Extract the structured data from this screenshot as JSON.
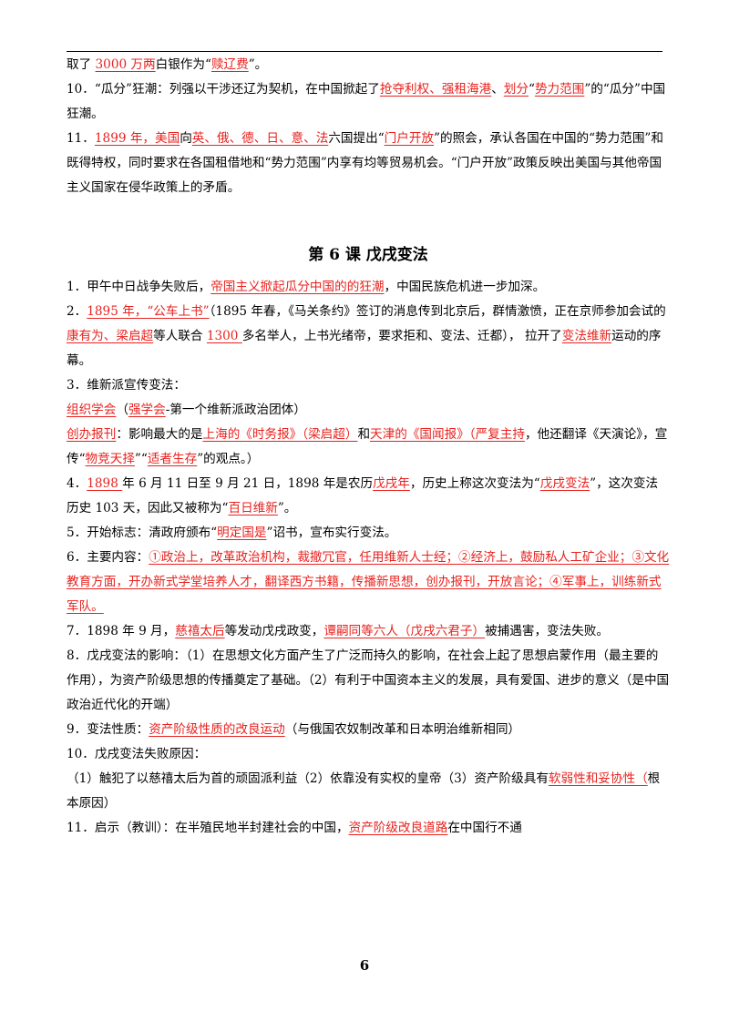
{
  "colors": {
    "highlight": "#e8221e",
    "text": "#000000"
  },
  "top_lines": [
    [
      {
        "t": "取了 "
      },
      {
        "t": "3000 万两",
        "h": true
      },
      {
        "t": "白银作为“"
      },
      {
        "t": "赎辽费",
        "h": true
      },
      {
        "t": "”。"
      }
    ],
    [
      {
        "t": "10．“瓜分”狂潮：列强以干涉还辽为契机，在中国掀起了"
      },
      {
        "t": "抢夺利权、强租海港",
        "h": true
      },
      {
        "t": "、"
      },
      {
        "t": "划分",
        "h": true
      },
      {
        "t": "“"
      },
      {
        "t": "势力范围",
        "h": true
      },
      {
        "t": "”的“瓜分”中国狂潮。"
      }
    ],
    [
      {
        "t": "11．"
      },
      {
        "t": "1899 年，美国",
        "h": true
      },
      {
        "t": "向"
      },
      {
        "t": "英、俄、德、日、意、法",
        "h": true
      },
      {
        "t": "六国提出“"
      },
      {
        "t": "门户开放",
        "h": true
      },
      {
        "t": "”的照会，承认各国在中国的“势力范围”和既得特权，同时要求在各国租借地和“势力范围”内享有均等贸易机会。“门户开放”政策反映出美国与其他帝国主义国家在侵华政策上的矛盾。"
      }
    ]
  ],
  "lesson_title": "第 6 课 戊戌变法",
  "lesson_lines": [
    [
      {
        "t": "1．甲午中日战争失败后，"
      },
      {
        "t": "帝国主义掀起瓜分中国的的狂潮",
        "h": true
      },
      {
        "t": "，中国民族危机进一步加深。"
      }
    ],
    [
      {
        "t": "2．"
      },
      {
        "t": "1895 年，“公车上书”",
        "h": true
      },
      {
        "t": "（1895 年春，《马关条约》签订的消息传到北京后，群情激愤，正在京师参加会试的"
      },
      {
        "t": "康有为、梁启超",
        "h": true
      },
      {
        "t": "等人联合 "
      },
      {
        "t": "1300 ",
        "h": true
      },
      {
        "t": " 多名举人，上书光绪帝，要求拒和、变法、迁都），  拉开了"
      },
      {
        "t": "变法维新",
        "h": true
      },
      {
        "t": "运动的序幕。"
      }
    ],
    [
      {
        "t": "3．维新派宣传变法："
      }
    ],
    [
      {
        "t": "组织学会",
        "h": true
      },
      {
        "t": "（"
      },
      {
        "t": "强学会",
        "h": true
      },
      {
        "t": "-第一个维新派政治团体）"
      }
    ],
    [
      {
        "t": "创办报刊",
        "h": true
      },
      {
        "t": "：影响最大的是"
      },
      {
        "t": "上海的《时务报》（梁启超）",
        "h": true
      },
      {
        "t": "和"
      },
      {
        "t": "天津的《国闻报》（严复主持",
        "h": true
      },
      {
        "t": "，他还翻译《天演论》，宣传“"
      },
      {
        "t": "物竞天择",
        "h": true
      },
      {
        "t": "”“"
      },
      {
        "t": "适者生存",
        "h": true
      },
      {
        "t": "”的观点。）"
      }
    ],
    [
      {
        "t": "4．"
      },
      {
        "t": "1898 ",
        "h": true
      },
      {
        "t": "年 6 月 11 日至 9 月 21 日，1898 年是农历"
      },
      {
        "t": "戊戌年",
        "h": true
      },
      {
        "t": "，历史上称这次变法为“"
      },
      {
        "t": "戊戌变法",
        "h": true
      },
      {
        "t": "”，这次变法历史 103 天，因此又被称为“"
      },
      {
        "t": "百日维新",
        "h": true
      },
      {
        "t": "”。"
      }
    ],
    [
      {
        "t": "5．开始标志：清政府颁布“"
      },
      {
        "t": "明定国是",
        "h": true
      },
      {
        "t": "”诏书，宣布实行变法。"
      }
    ],
    [
      {
        "t": "6．主要内容："
      },
      {
        "t": "①政治上，改革政治机构，裁撤冗官，任用维新人士经；②经济上，鼓励私人工矿企业；③文化教育方面，开办新式学堂培养人才，翻译西方书籍，传播新思想，创办报刊，开放言论；④军事上，训练新式军队。",
        "h": true
      }
    ],
    [
      {
        "t": "7．1898 年 9 月，"
      },
      {
        "t": "慈禧太后",
        "h": true
      },
      {
        "t": "等发动戊戌政变，"
      },
      {
        "t": "谭嗣同等六人（戊戌六君子）",
        "h": true
      },
      {
        "t": "被捕遇害，变法失败。"
      }
    ],
    [
      {
        "t": "8．戊戌变法的影响：（1）在思想文化方面产生了广泛而持久的影响，在社会上起了思想启蒙作用（最主要的作用），为资产阶级思想的传播奠定了基础。（2）有利于中国资本主义的发展，具有爱国、进步的意义（是中国政治近代化的开端）"
      }
    ],
    [
      {
        "t": "9．变法性质："
      },
      {
        "t": "资产阶级性质的改良运动",
        "h": true
      },
      {
        "t": "（与俄国农奴制改革和日本明治维新相同）"
      }
    ],
    [
      {
        "t": "10．戊戌变法失败原因："
      }
    ],
    [
      {
        "t": "（1）触犯了以慈禧太后为首的顽固派利益（2）依靠没有实权的皇帝（3）资产阶级具有"
      },
      {
        "t": "软弱性和妥协性（",
        "h": true
      },
      {
        "t": "根本原因）"
      }
    ],
    [
      {
        "t": "11．启示（教训）：在半殖民地半封建社会的中国，"
      },
      {
        "t": "资产阶级改良道路",
        "h": true
      },
      {
        "t": "在中国行不通"
      }
    ]
  ],
  "page_number": "6"
}
